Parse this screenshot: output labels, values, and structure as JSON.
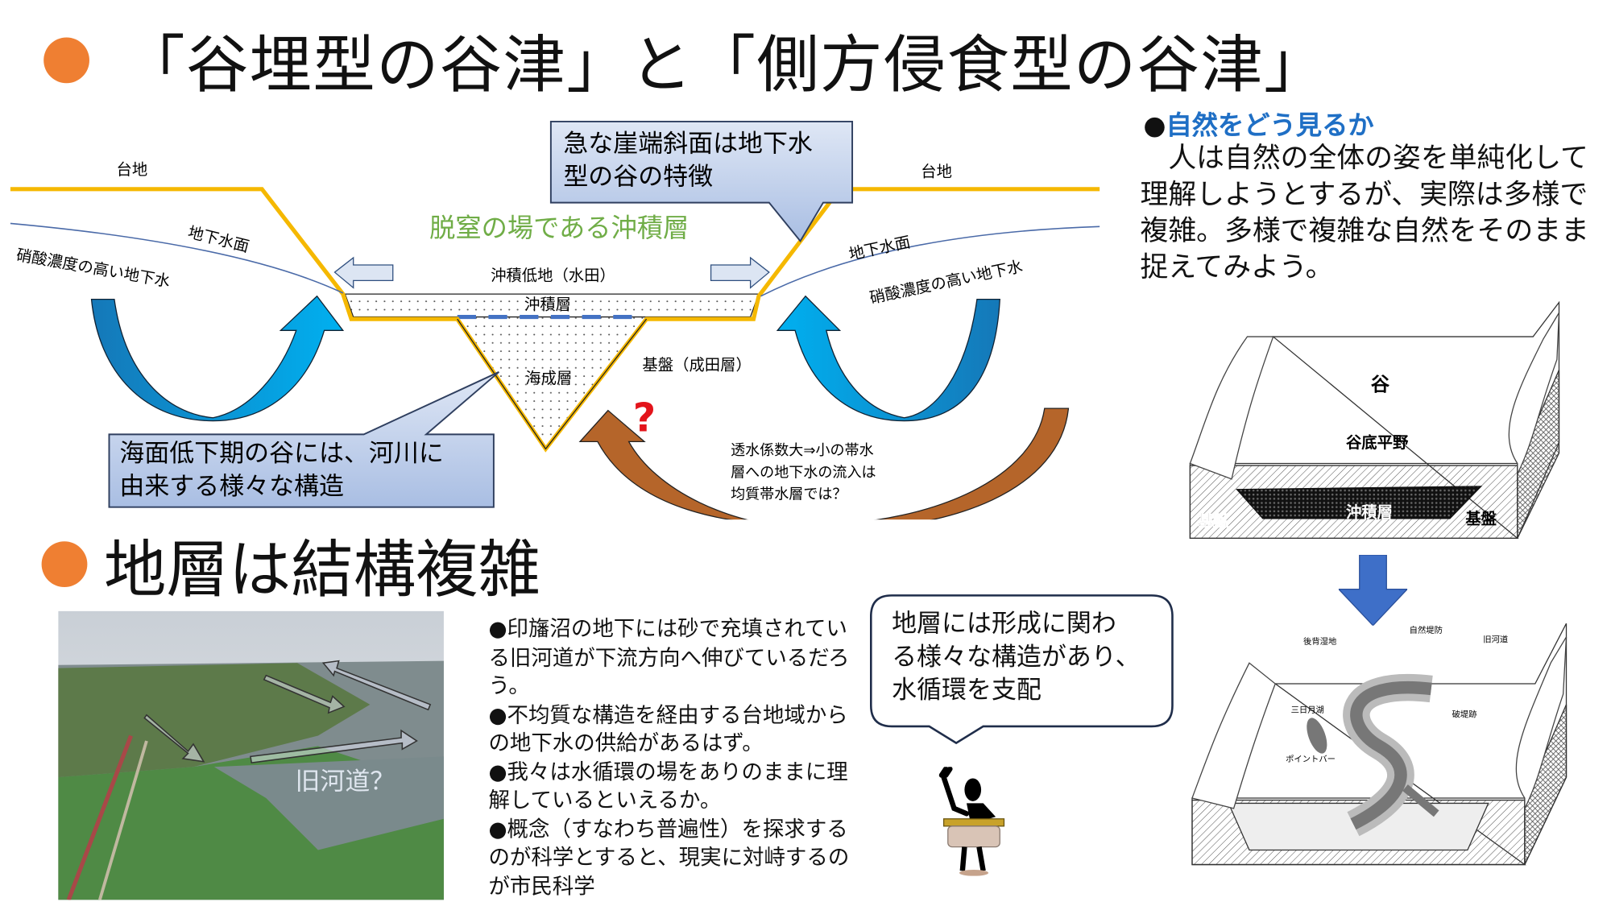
{
  "title": "「谷埋型の谷津」と「側方侵食型の谷津」",
  "subtitle": "地層は結構複雑",
  "colors": {
    "bullet_orange": "#ef7f32",
    "accent_blue": "#1f6fc5",
    "plateau_yellow": "#f5b800",
    "callout_fill": "#b4c7e7",
    "green_label": "#70ad47"
  },
  "diagram": {
    "plateau_left": "台地",
    "plateau_right": "台地",
    "water_table_left": "地下水面",
    "water_table_right": "地下水面",
    "nitrate_left": "硝酸濃度の高い地下水",
    "nitrate_right": "硝酸濃度の高い地下水",
    "denitrification": "脱窒の場である沖積層",
    "lowland": "沖積低地（水田）",
    "alluvium": "沖積層",
    "marine": "海成層",
    "basement": "基盤（成田層）",
    "question_mark": "?",
    "callout_top": [
      "急な崖端斜面は地下水",
      "型の谷の特徴"
    ],
    "callout_bottom": [
      "海面低下期の谷には、河川に",
      "由来する様々な構造"
    ],
    "permeability_note": [
      "透水係数大⇒小の帯水",
      "層への地下水の流入は",
      "均質帯水層では？"
    ]
  },
  "view": {
    "bullet": "●",
    "heading": "自然をどう見るか",
    "body": "　人は自然の全体の姿を単純化して理解しようとするが、実際は多様で複雑。多様で複雑な自然をそのまま捉えてみよう。"
  },
  "block_top": {
    "valley": "谷",
    "valley_plain": "谷底平野",
    "basement_left": "基盤",
    "alluvium": "沖積層",
    "basement_right": "基盤"
  },
  "block_bottom": {
    "back_marsh": "後背湿地",
    "natural_levee": "自然堤防",
    "old_channel": "旧河道",
    "oxbow": "三日月湖",
    "crevasse": "破堤跡",
    "point_bar": "ポイントバー"
  },
  "photo": {
    "label": "旧河道？"
  },
  "bullets": [
    "●印旛沼の地下には砂で充填されている旧河道が下流方向へ伸びているだろう。",
    "●不均質な構造を経由する台地域からの地下水の供給があるはず。",
    "●我々は水循環の場をありのままに理解しているといえるか。",
    "●概念（すなわち普遍性）を探求するのが科学とすると、現実に対峙するのが市民科学"
  ],
  "bubble": [
    "地層には形成に関わ",
    "る様々な構造があり、",
    "水循環を支配"
  ]
}
